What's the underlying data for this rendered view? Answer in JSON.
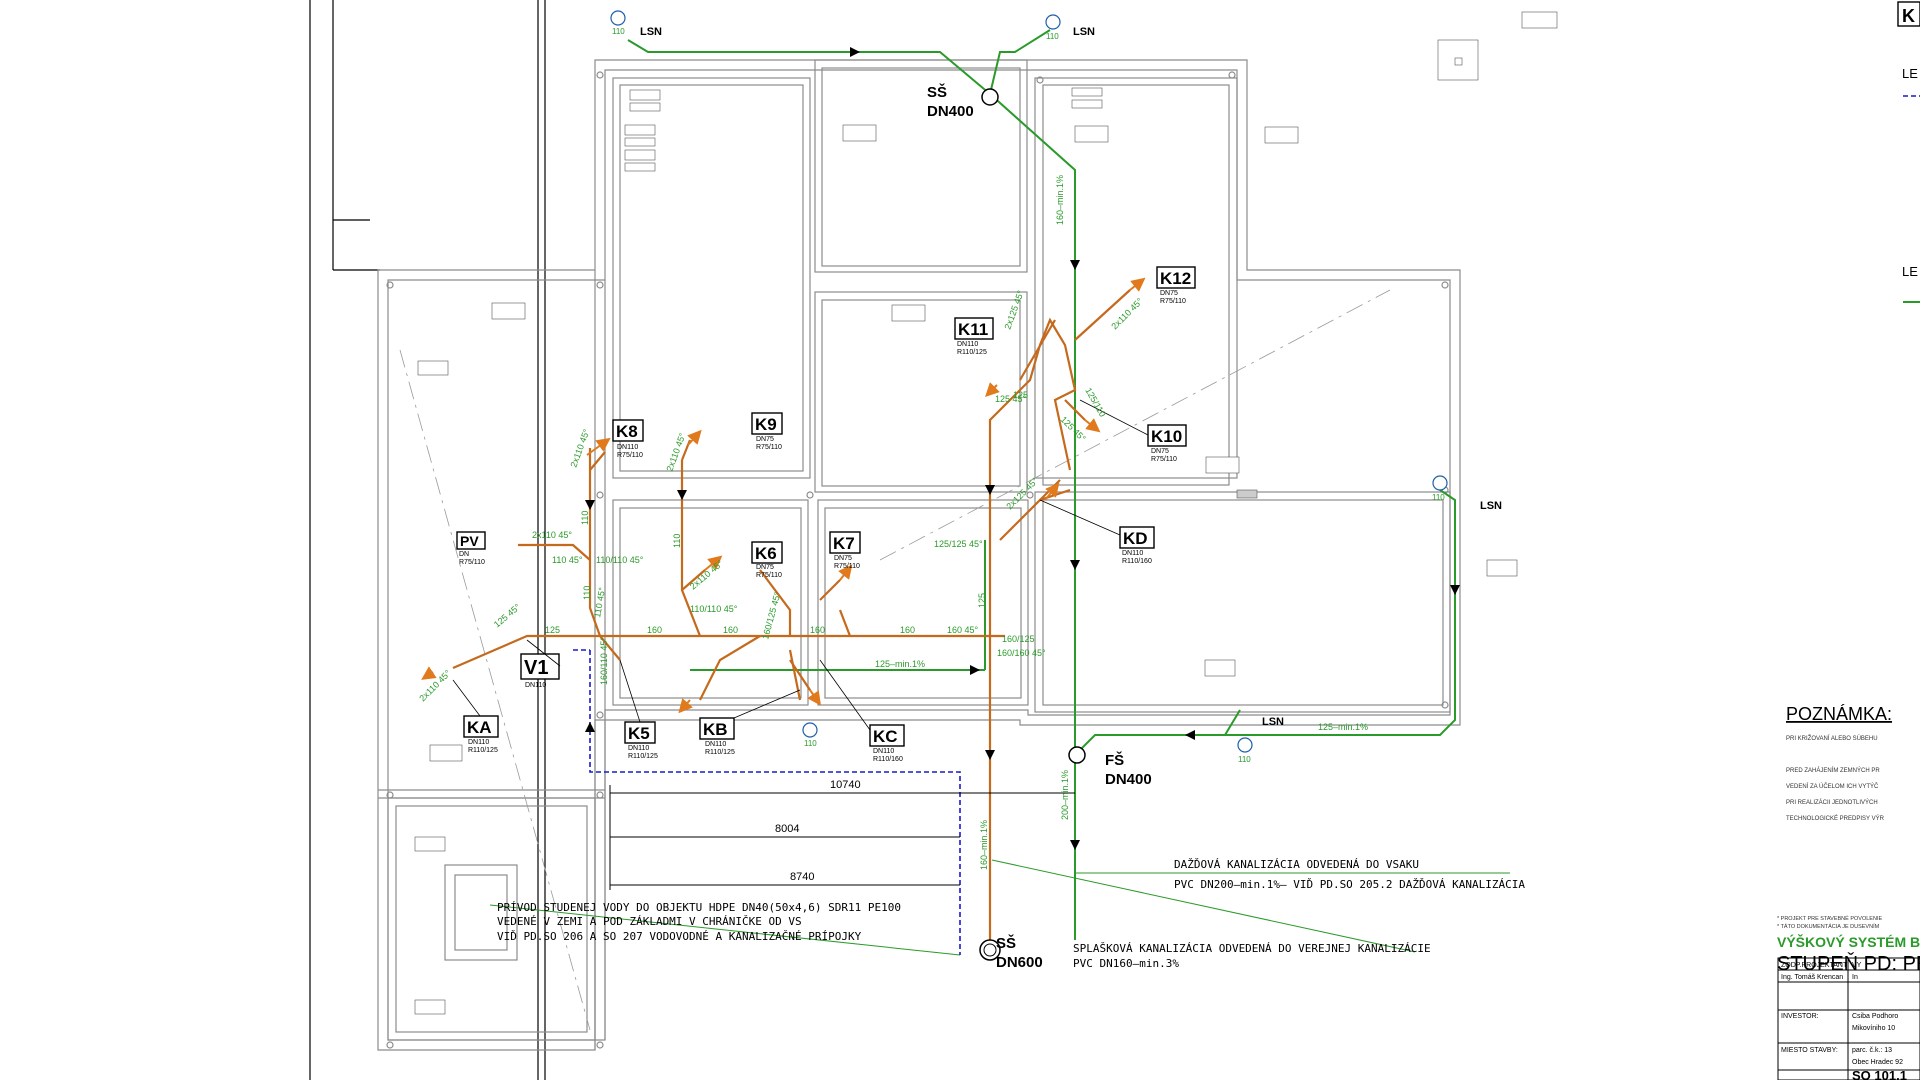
{
  "colors": {
    "walls": "#8c8c8c",
    "storm": "#2a9a2a",
    "sewer": "#c56a1c",
    "water": "#1a1acc",
    "text": "#000000"
  },
  "shafts": [
    {
      "id": "ss_top",
      "type": "SŠ",
      "dn": "DN400"
    },
    {
      "id": "fs",
      "type": "FŠ",
      "dn": "DN400"
    },
    {
      "id": "ss_bottom",
      "type": "SŠ",
      "dn": "DN600"
    }
  ],
  "inspection_boxes": [
    {
      "id": "K8",
      "label": "K8",
      "dn": "DN110",
      "r": "R75/110"
    },
    {
      "id": "K9",
      "label": "K9",
      "dn": "DN75",
      "r": "R75/110"
    },
    {
      "id": "K6",
      "label": "K6",
      "dn": "DN75",
      "r": "R75/110"
    },
    {
      "id": "K7",
      "label": "K7",
      "dn": "DN75",
      "r": "R75/110"
    },
    {
      "id": "K11",
      "label": "K11",
      "dn": "DN110",
      "r": "R110/125"
    },
    {
      "id": "K12",
      "label": "K12",
      "dn": "DN75",
      "r": "R75/110"
    },
    {
      "id": "K10",
      "label": "K10",
      "dn": "DN75",
      "r": "R75/110"
    },
    {
      "id": "KD",
      "label": "KD",
      "dn": "DN110",
      "r": "R110/160"
    },
    {
      "id": "PV",
      "label": "PV",
      "dn": "DN",
      "r": "R75/110"
    },
    {
      "id": "V1",
      "label": "V1",
      "dn": "DN110",
      "r": ""
    },
    {
      "id": "KA",
      "label": "KA",
      "dn": "DN110",
      "r": "R110/125"
    },
    {
      "id": "K5",
      "label": "K5",
      "dn": "DN110",
      "r": "R110/125"
    },
    {
      "id": "KB",
      "label": "KB",
      "dn": "DN110",
      "r": "R110/125"
    },
    {
      "id": "KC",
      "label": "KC",
      "dn": "DN110",
      "r": "R110/160"
    }
  ],
  "lsn_labels": [
    "LSN",
    "LSN",
    "LSN",
    "LSN"
  ],
  "diameter_110": "110",
  "pipe_labels": {
    "storm_160_min": "160–min.1%",
    "storm_200_min": "200–min.1%",
    "storm_125_min_a": "125–min.1%",
    "storm_125_min_b": "125–min.1%",
    "sewer_160_min": "160–min.1%",
    "l_2x110_45_a": "2x110 45°",
    "l_2x110_45_b": "2x110 45°",
    "l_2x110_45_c": "2x110 45°",
    "l_2x110_45_d": "2x110 45°",
    "l_2x110_45_e": "2x110 45°",
    "l_110_45_a": "110 45°",
    "l_110_110_45": "110/110 45°",
    "l_110_110_45_b": "110/110 45°",
    "l_110_a": "110",
    "l_110_b": "110",
    "l_110_c": "110",
    "l_110_45_b": "110 45°",
    "l_125_45_a": "125 45°",
    "l_125_a": "125",
    "l_160_a": "160",
    "l_160_b": "160",
    "l_160_c": "160",
    "l_160_d": "160",
    "l_160_45": "160 45°",
    "l_160_125": "160/125",
    "l_160_160_45": "160/160 45°",
    "l_125_125_45": "125/125 45°",
    "l_125_b": "125",
    "l_125_c": "125",
    "l_125_45_b": "125 45°",
    "l_160_110_45": "160/110 45°",
    "l_160_125_45": "160/125 45°",
    "l_2x125_45_a": "2x125 45°",
    "l_2x125_45_b": "2x125 45°",
    "l_125_110": "125/110",
    "l_2x110_45_f": "2x110 45°",
    "l_125_45_c": "125 45°"
  },
  "dimensions": [
    "10740",
    "8004",
    "8740"
  ],
  "notes": {
    "storm_title": "DAŽĎOVÁ KANALIZÁCIA ODVEDENÁ DO VSAKU",
    "storm_spec": "PVC DN200–min.1%– VIĎ PD.SO 205.2 DAŽĎOVÁ KANALIZÁCIA",
    "water_l1": "PRÍVOD STUDENEJ VODY DO OBJEKTU HDPE DN40(50x4,6) SDR11 PE100",
    "water_l2": "VEDENÉ V ZEMI A POD ZÁKLADMI V CHRÁNIČKE OD VS",
    "water_l3": "VIĎ PD.SO 206 A SO 207 VODOVODNÉ A KANALIZAČNÉ PRÍPOJKY",
    "sewer_title": "SPLAŠKOVÁ KANALIZÁCIA ODVEDENÁ DO VEREJNEJ KANALIZÁCIE",
    "sewer_spec": "PVC DN160–min.3%"
  },
  "right_panel": {
    "top_letter": "K",
    "legend_a": "LE",
    "legend_b": "LE",
    "poznamka": "POZNÁMKA:",
    "note_lines": [
      "PRI KRIŽOVANÍ ALEBO SÚBEHU",
      "PRED ZAHÁJENÍM ZEMNÝCH PR",
      "VEDENÍ ZA ÚČELOM ICH VYTÝČ",
      "PRI REALIZÁCII JEDNOTLIVÝCH",
      "TECHNOLOGICKÉ PREDPISY VÝR"
    ],
    "small_lines": [
      "* PROJEKT PRE STAVEBNÉ POVOLENIE",
      "* TÁTO DOKUMENTÁCIA JE DUSEVNÍM"
    ],
    "vyskovy": "VÝŠKOVÝ SYSTÉM B",
    "stupen": "STUPEŇ PD: PR",
    "tb_rows": [
      {
        "left": "ZODP.PROJEKTANT",
        "right": "VY"
      },
      {
        "left": "Ing. Tomáš Krencan",
        "right": "In"
      },
      {
        "left": "INVESTOR:",
        "right": "Csiba Podhoro"
      },
      {
        "left": "",
        "right": "Mikovíniho 10"
      },
      {
        "left": "MIESTO STAVBY:",
        "right": "parc. č.k.: 13"
      },
      {
        "left": "",
        "right": "Obec Hradec 92"
      },
      {
        "left": "",
        "right": "SO 101.1"
      }
    ]
  }
}
